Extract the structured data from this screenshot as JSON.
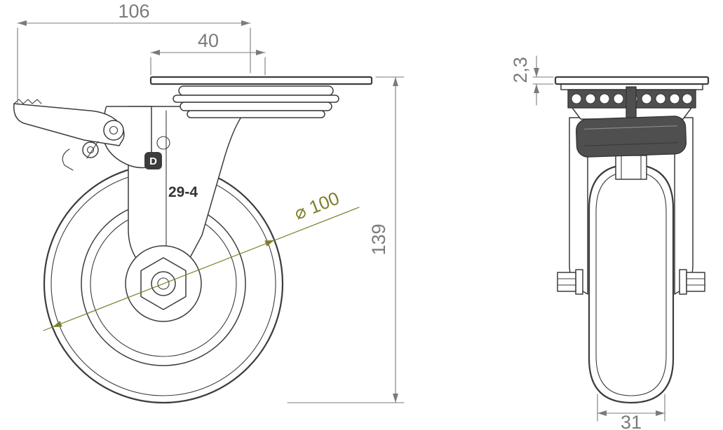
{
  "drawing": {
    "part_label": "29-4",
    "logo_letter": "D",
    "dimensions": {
      "overall_length": "106",
      "swivel_offset": "40",
      "overall_height": "139",
      "wheel_diameter": "⌀ 100",
      "plate_thickness": "2,3",
      "wheel_width": "31"
    },
    "colors": {
      "line": "#3c3c3c",
      "dimension": "#7b7b7b",
      "accent": "#7e7e2a",
      "dark_fill": "#4f4f4f",
      "background": "#ffffff"
    }
  }
}
